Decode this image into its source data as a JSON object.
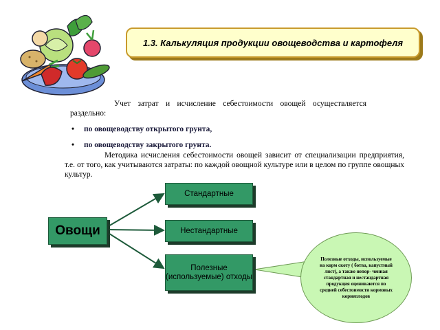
{
  "title": "1.3. Калькуляция продукции овощеводства и картофеля",
  "intro": "Учет затрат и исчисление себестоимости овощей осуществляется раздельно:",
  "bullets": [
    "по овощеводству открытого грунта,",
    "по овощеводству закрытого грунта."
  ],
  "bullet_marker": "•",
  "method_paragraph": "Методика исчисления себестоимости овощей зависит от специализации предприятия, т.е. от того, как учитываются затраты: по каждой овощной культуре или в целом по группе овощных культур.",
  "diagram": {
    "root": "Овощи",
    "categories": [
      "Стандартные",
      "Нестандартные",
      "Полезные (используемые) отходы"
    ],
    "callout": "Полезные отходы, используемые на корм скоту ( ботва, капустный лист), а также непор- ченная стандартная и нестандартная продукция оцениваются по средней себестоимости кормовых корнеплодов",
    "colors": {
      "box_fill": "#339966",
      "box_shadow": "#1d3b2a",
      "callout_fill": "#c9f7b4",
      "title_fill": "#ffffcc",
      "title_border": "#c89a2c"
    }
  }
}
